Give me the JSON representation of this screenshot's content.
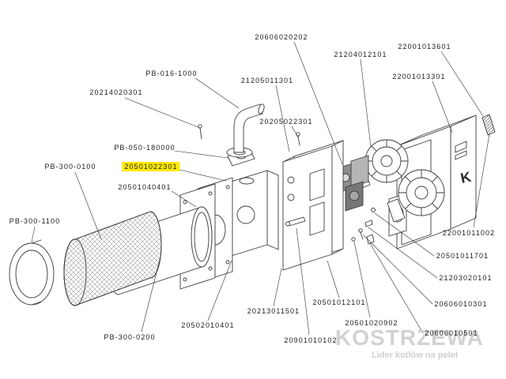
{
  "meta": {
    "background_color": "#ffffff",
    "line_color": "#3a3a3a",
    "highlight_color": "#ffe900",
    "watermark_color": "#d2d2d2"
  },
  "diagram": {
    "casing_mark": "K"
  },
  "labels": [
    {
      "text": "20606020202",
      "highlighted": false
    },
    {
      "text": "21204012101",
      "highlighted": false
    },
    {
      "text": "22001013601",
      "highlighted": false
    },
    {
      "text": "22001013301",
      "highlighted": false
    },
    {
      "text": "PB-016-1000",
      "highlighted": false
    },
    {
      "text": "21205011301",
      "highlighted": false
    },
    {
      "text": "20214020301",
      "highlighted": false
    },
    {
      "text": "20205022301",
      "highlighted": false
    },
    {
      "text": "PB-050-180000",
      "highlighted": false
    },
    {
      "text": "PB-300-0100",
      "highlighted": false
    },
    {
      "text": "20501022301",
      "highlighted": true
    },
    {
      "text": "20501040401",
      "highlighted": false
    },
    {
      "text": "PB-300-1100",
      "highlighted": false
    },
    {
      "text": "22001011002",
      "highlighted": false
    },
    {
      "text": "20501011701",
      "highlighted": false
    },
    {
      "text": "21203020101",
      "highlighted": false
    },
    {
      "text": "20606010301",
      "highlighted": false
    },
    {
      "text": "20606010501",
      "highlighted": false
    },
    {
      "text": "20501020902",
      "highlighted": false
    },
    {
      "text": "20501012101",
      "highlighted": false
    },
    {
      "text": "20213011501",
      "highlighted": false
    },
    {
      "text": "20901010102",
      "highlighted": false
    },
    {
      "text": "20502010401",
      "highlighted": false
    },
    {
      "text": "PB-300-0200",
      "highlighted": false
    }
  ],
  "watermark": {
    "brand": "KOSTRZEWA",
    "tagline": "Lider kotłów na pelet"
  }
}
